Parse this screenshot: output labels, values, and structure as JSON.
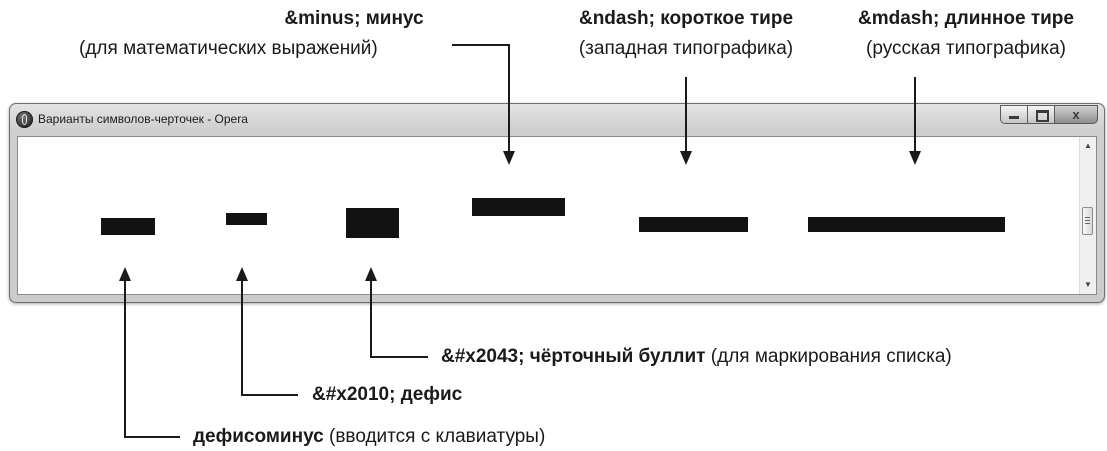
{
  "annotations": {
    "minus": {
      "code": "&minus;",
      "name": "минус",
      "note": "(для математических выражений)"
    },
    "ndash": {
      "code": "&ndash;",
      "name": "короткое тире",
      "note": "(западная типографика)"
    },
    "mdash": {
      "code": "&mdash;",
      "name": "длинное тире",
      "note": "(русская типографика)"
    },
    "bullet": {
      "label": "&#x2043; чёрточный буллит",
      "note": "(для маркирования списка)"
    },
    "hyphen": {
      "label": "&#x2010; дефис"
    },
    "hyphen_minus": {
      "label": "дефисоминус",
      "note": "(вводится с клавиатуры)"
    }
  },
  "window": {
    "title": "Варианты символов-черточек - Opera",
    "app_icon": "opera-logo-icon",
    "buttons": {
      "minimize": "minimize-icon",
      "maximize": "maximize-icon",
      "close": "close-icon",
      "close_glyph": "x"
    },
    "scrollbar": {
      "up_arrow": "▲",
      "down_arrow": "▼"
    }
  },
  "colors": {
    "glyph": "#121212",
    "frame": "#cfcfcf",
    "text": "#1a1a1a"
  }
}
